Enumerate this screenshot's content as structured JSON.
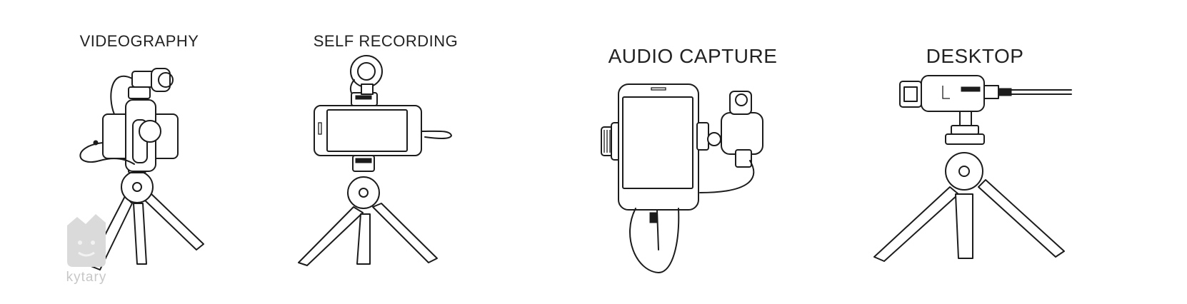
{
  "scenes": [
    {
      "label": "VIDEOGRAPHY"
    },
    {
      "label": "SELF RECORDING"
    },
    {
      "label": "AUDIO CAPTURE"
    },
    {
      "label": "DESKTOP"
    }
  ],
  "watermark": {
    "text": "kytary"
  }
}
